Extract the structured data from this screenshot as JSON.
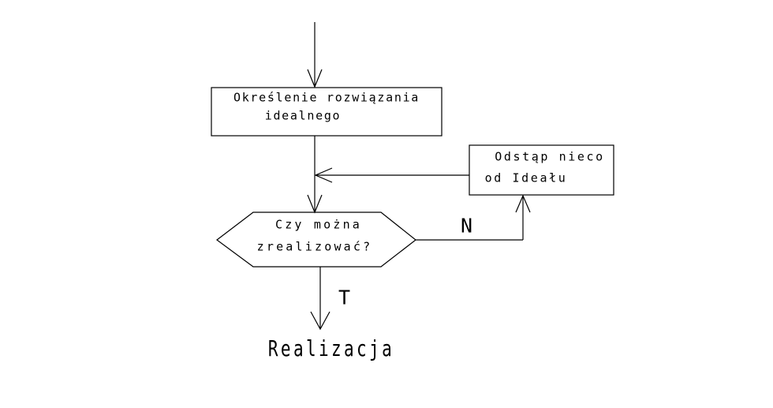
{
  "page": {
    "background_color": "#ffffff",
    "line_color": "#000000",
    "text_color": "#000000"
  },
  "flowchart": {
    "start_box": {
      "line1": "Określenie rozwiązania",
      "line2": "idealnego"
    },
    "fallback_box": {
      "line1": "Odstąp nieco",
      "line2": "od Ideału"
    },
    "decision_hexagon": {
      "line1": "Czy można",
      "line2": "zrealizować?"
    },
    "branch_labels": {
      "no": "N",
      "yes": "T"
    },
    "end_label": "Realizacja"
  }
}
